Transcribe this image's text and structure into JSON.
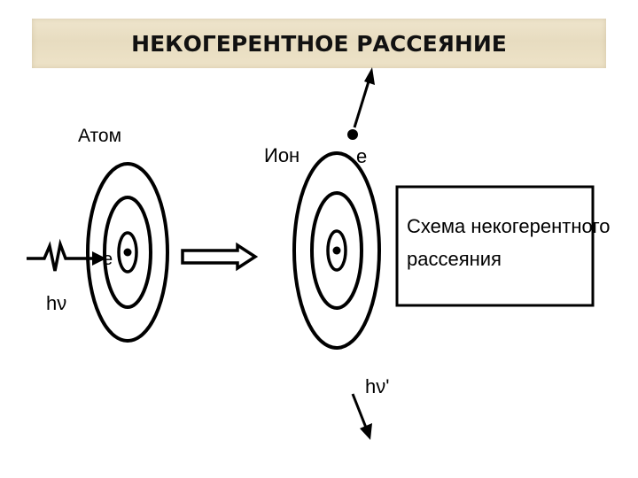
{
  "title": "НЕКОГЕРЕНТНОЕ РАССЕЯНИЕ",
  "diagram": {
    "atom_label": "Атом",
    "ion_label": "Ион",
    "electron_label_atom": "e",
    "electron_label_ion": "e",
    "photon_in_label": "hν",
    "photon_out_label": "hν'",
    "caption_line1": "Схема некогерентного",
    "caption_line2": "рассеяния"
  }
}
